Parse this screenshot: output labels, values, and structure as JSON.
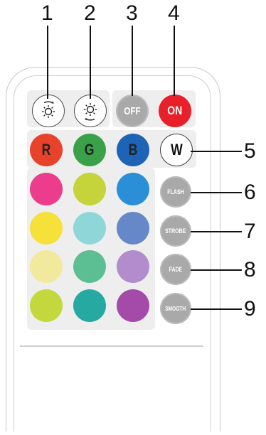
{
  "callouts": [
    "1",
    "2",
    "3",
    "4",
    "5",
    "6",
    "7",
    "8",
    "9"
  ],
  "buttons": {
    "brightness_down": {
      "icon": "brightness-down-icon"
    },
    "brightness_up": {
      "icon": "brightness-up-icon"
    },
    "off": {
      "label": "OFF",
      "color": "#a9a9a9"
    },
    "on": {
      "label": "ON",
      "color": "#e8202a"
    },
    "red": {
      "label": "R",
      "color": "#e8432a"
    },
    "green": {
      "label": "G",
      "color": "#3aa14a"
    },
    "blue": {
      "label": "B",
      "color": "#1d63b6"
    },
    "white": {
      "label": "W",
      "color": "#ffffff"
    },
    "flash": {
      "label": "FLASH"
    },
    "strobe": {
      "label": "STROBE"
    },
    "fade": {
      "label": "FADE"
    },
    "smooth": {
      "label": "SMOOTH"
    }
  },
  "color_grid": [
    [
      "#ec3d8c",
      "#c5d43a",
      "#2b8fd8"
    ],
    [
      "#f6e03a",
      "#8fd6d9",
      "#6688c8"
    ],
    [
      "#f1ea9c",
      "#5cbf93",
      "#b28ccc"
    ],
    [
      "#c4d83e",
      "#25a9a0",
      "#a44aa8"
    ]
  ]
}
